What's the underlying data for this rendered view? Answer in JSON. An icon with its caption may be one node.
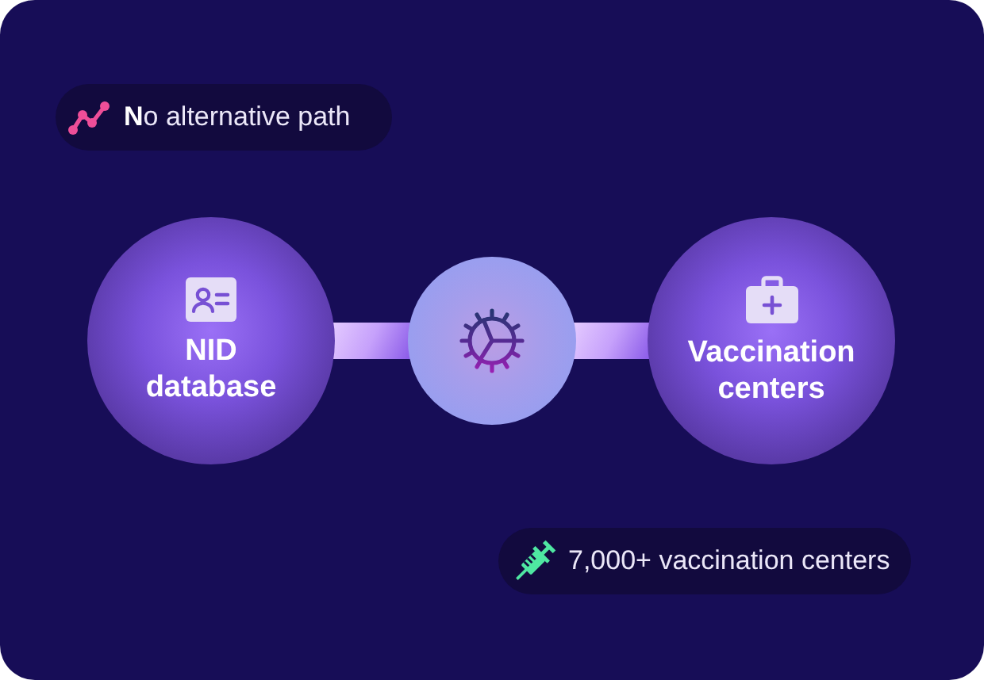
{
  "diagram": {
    "nodes": [
      {
        "text": [
          "**N**o alternative path"
        ]
      },
      {
        "text": [
          "NID database"
        ]
      },
      {
        "text": [],
        "shape": "circle"
      },
      {
        "text": [
          "Vaccination centers"
        ]
      },
      {
        "text": [
          "7,000+ vaccination centers"
        ]
      }
    ],
    "edges": [
      {
        "from": 1,
        "to": 2,
        "arrow": "none",
        "style": "thick"
      },
      {
        "from": 2,
        "to": 3,
        "arrow": "none",
        "style": "thick"
      }
    ]
  }
}
